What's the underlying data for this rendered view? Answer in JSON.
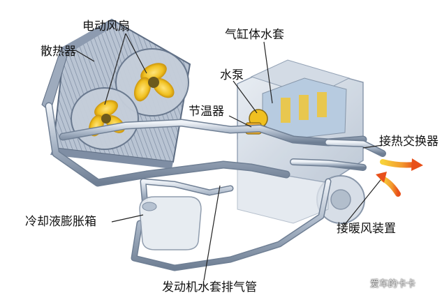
{
  "labels": {
    "fan": "电动风扇",
    "radiator": "散热器",
    "water_jacket": "气缸体水套",
    "water_pump": "水泵",
    "thermostat": "节温器",
    "to_heat_exchanger": "接热交换器",
    "expansion_tank": "冷却液膨胀箱",
    "to_heater": "接暖风装置",
    "exhaust_pipe": "发动机水套排气管"
  },
  "watermark": {
    "text": "爱车的卡卡"
  },
  "colors": {
    "pipe": "#9aa9bc",
    "pipe_highlight": "#e4eaf2",
    "fan_yellow": "#f0c020",
    "flow_red": "#e8501a",
    "flow_orange": "#f29a2e",
    "leader": "#222222"
  }
}
